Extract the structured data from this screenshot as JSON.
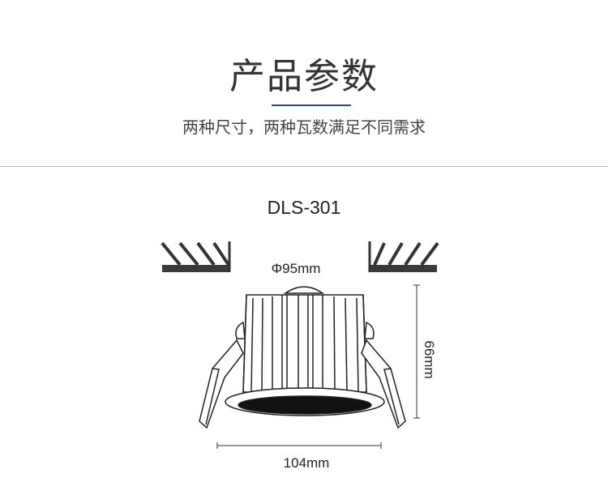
{
  "header": {
    "title": "产品参数",
    "subtitle": "两种尺寸，两种瓦数满足不同需求",
    "accent_color": "#2b4a80"
  },
  "product": {
    "model": "DLS-301",
    "cutout_dimension": "Φ95mm",
    "height_dimension": "66mm",
    "width_dimension": "104mm"
  }
}
